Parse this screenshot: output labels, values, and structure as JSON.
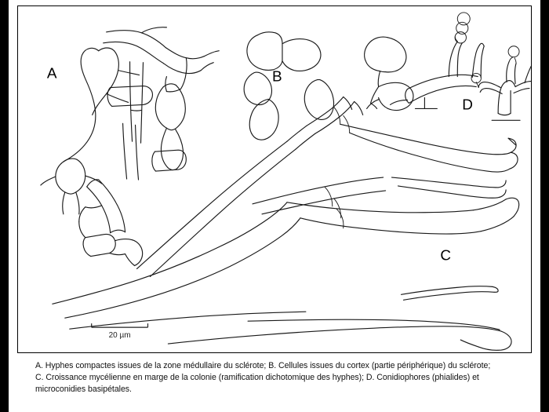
{
  "figure": {
    "panels": [
      {
        "id": "A",
        "label": "A",
        "subject": "Hyphes compactes issues de la zone médullaire du sclérote"
      },
      {
        "id": "B",
        "label": "B",
        "subject": "Cellules issues du cortex (partie périphérique) du sclérote"
      },
      {
        "id": "C",
        "label": "C",
        "subject": "Croissance mycélienne en marge de la colonie (ramification dichotomique des hyphes)"
      },
      {
        "id": "D",
        "label": "D",
        "subject": "Conidiophores (phialides) et microconidies basipétales"
      }
    ],
    "scale_bar": {
      "label": "20 µm",
      "length_value": "20",
      "unit": "µm"
    },
    "caption_lines": [
      "A. Hyphes compactes issues de la zone médullaire du sclérote; B. Cellules issues du cortex (partie périphérique) du sclérote;",
      "C. Croissance mycélienne en marge de la colonie (ramification dichotomique des hyphes); D. Conidiophores (phialides) et",
      "microconidies basipétales."
    ],
    "colors": {
      "ink": "#1a1a1a",
      "frame": "#000000",
      "page": "#ffffff",
      "gutter": "#000000",
      "caption_text": "#111111"
    }
  }
}
